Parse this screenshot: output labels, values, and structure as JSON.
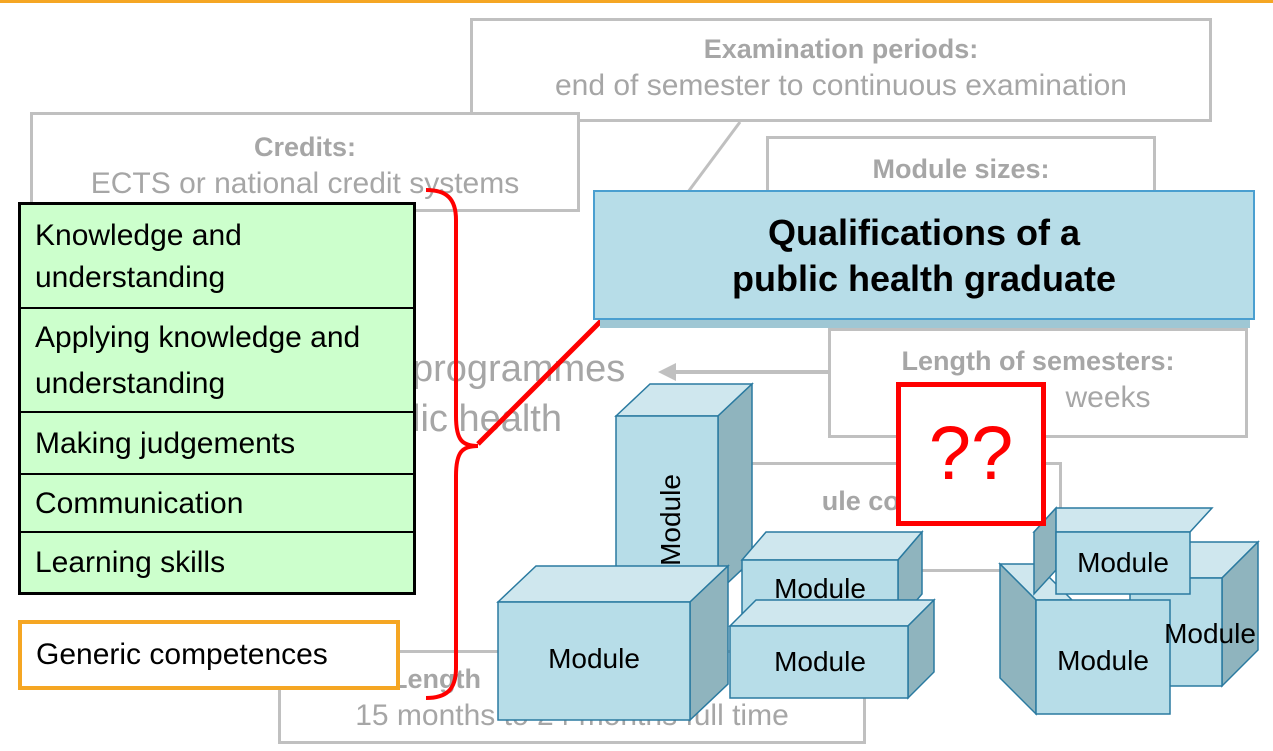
{
  "background_boxes": {
    "examination": {
      "title": "Examination periods:",
      "text": "end of semester to continuous examination"
    },
    "credits": {
      "title": "Credits:",
      "text": "ECTS or national credit systems"
    },
    "module_sizes": {
      "title": "Module sizes:"
    },
    "length_semesters": {
      "title": "Length of semesters:",
      "text": "weeks"
    },
    "module_composition": {
      "title": "ule comp"
    },
    "length_programme": {
      "title": "Length",
      "text": "15 months to 24 months full time"
    }
  },
  "ghost_text": {
    "line1": "programmes",
    "line2": "lic health"
  },
  "qualifications": {
    "line1": "Qualifications of a",
    "line2": "public health graduate"
  },
  "descriptors": [
    "Knowledge and understanding",
    "Applying knowledge and understanding",
    "Making judgements",
    "Communication",
    "Learning skills"
  ],
  "generic": "Generic competences",
  "question": "??",
  "module_label": "Module",
  "colors": {
    "red": "#ff0000",
    "orange": "#f5a623",
    "green": "#ccffcc",
    "module_face": "#b7dde8",
    "module_side": "#8fb4be",
    "grey": "#a6a6a6"
  }
}
